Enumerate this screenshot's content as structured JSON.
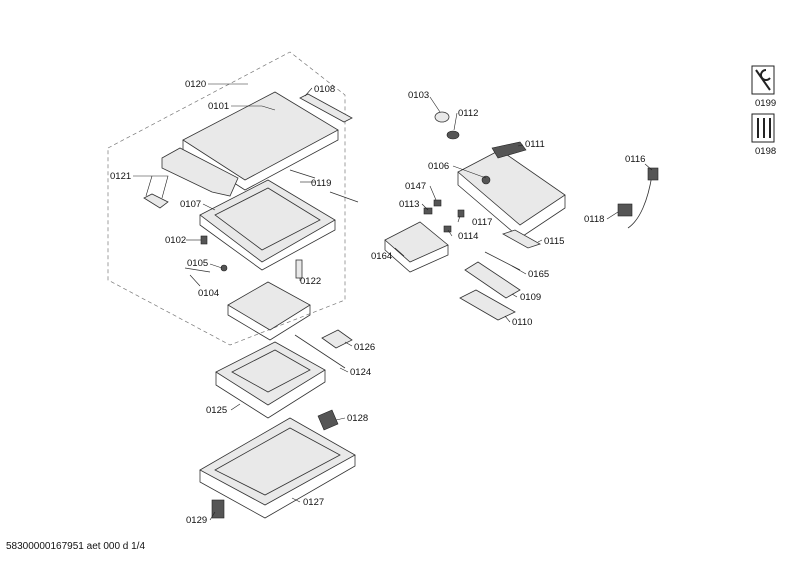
{
  "labels": {
    "p0120": "0120",
    "p0101": "0101",
    "p0108": "0108",
    "p0121": "0121",
    "p0119": "0119",
    "p0107": "0107",
    "p0102": "0102",
    "p0105": "0105",
    "p0104": "0104",
    "p0122": "0122",
    "p0103": "0103",
    "p0112": "0112",
    "p0111": "0111",
    "p0106": "0106",
    "p0147": "0147",
    "p0113": "0113",
    "p0117": "0117",
    "p0114": "0114",
    "p0115": "0115",
    "p0164": "0164",
    "p0165": "0165",
    "p0109": "0109",
    "p0110": "0110",
    "p0116": "0116",
    "p0118": "0118",
    "p0126": "0126",
    "p0124": "0124",
    "p0125": "0125",
    "p0128": "0128",
    "p0127": "0127",
    "p0129": "0129",
    "p0199": "0199",
    "p0198": "0198"
  },
  "footer": "58300000167951 aet 000 d 1/4",
  "icons": {
    "icon_0199": "tools-wrench-icon",
    "icon_0198": "screwdriver-set-icon"
  }
}
